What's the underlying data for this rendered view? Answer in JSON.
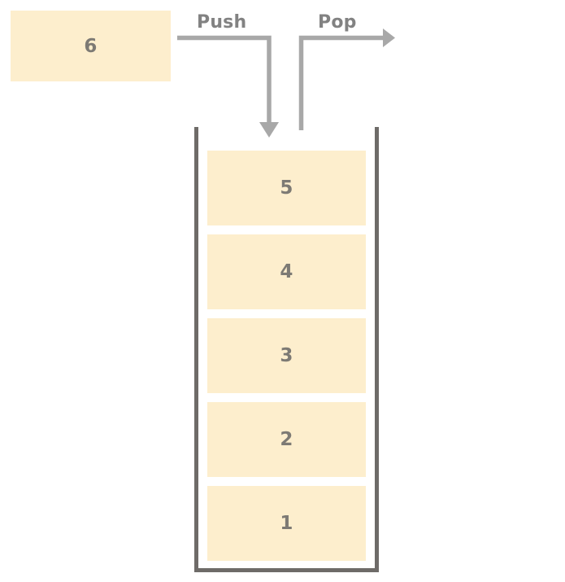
{
  "diagram": {
    "type": "stack-data-structure",
    "title": "Stack push and pop diagram",
    "colors": {
      "cell_fill": "#fdeecd",
      "number_text": "#7d7a74",
      "arrow": "#a8a8a8",
      "label_text": "#828282",
      "wall": "#6e6b68",
      "background": "#ffffff"
    },
    "incoming": {
      "value": "6",
      "name": "incoming-value-box"
    },
    "operations": [
      {
        "id": "push",
        "label": "Push",
        "direction": "into-stack"
      },
      {
        "id": "pop",
        "label": "Pop",
        "direction": "out-of-stack"
      }
    ],
    "stack": {
      "orientation": "vertical",
      "top_is_first": true,
      "cells": [
        {
          "value": "5",
          "position": "top"
        },
        {
          "value": "4",
          "position": "middle"
        },
        {
          "value": "3",
          "position": "middle"
        },
        {
          "value": "2",
          "position": "middle"
        },
        {
          "value": "1",
          "position": "bottom"
        }
      ]
    }
  }
}
